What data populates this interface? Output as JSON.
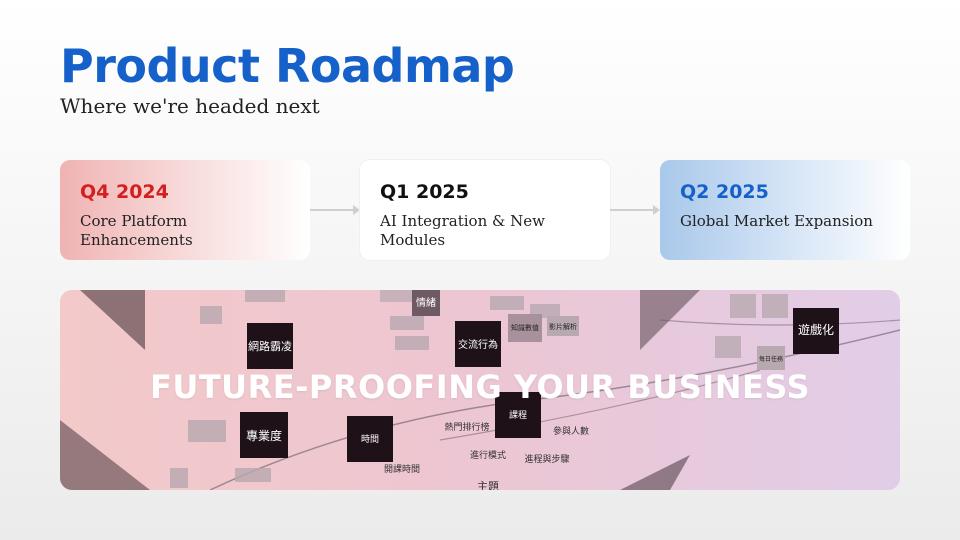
{
  "header": {
    "title": "Product Roadmap",
    "subtitle": "Where we're headed next"
  },
  "milestones": [
    {
      "quarter": "Q4 2024",
      "description": "Core Platform Enhancements",
      "accent": "#d41f1f"
    },
    {
      "quarter": "Q1 2025",
      "description": "AI Integration & New Modules",
      "accent": "#111111"
    },
    {
      "quarter": "Q2 2025",
      "description": "Global Market Expansion",
      "accent": "#1560c9"
    }
  ],
  "banner": {
    "headline": "FUTURE-PROOFING YOUR BUSINESS",
    "notes": [
      {
        "text": "網路霸凌",
        "style": "dark"
      },
      {
        "text": "專業度",
        "style": "dark"
      },
      {
        "text": "情緒",
        "style": "gray"
      },
      {
        "text": "交流行為",
        "style": "dark"
      },
      {
        "text": "時間",
        "style": "dark"
      },
      {
        "text": "課程",
        "style": "dark"
      },
      {
        "text": "遊戲化",
        "style": "dark"
      },
      {
        "text": "熱門排行榜",
        "style": "label"
      },
      {
        "text": "參與人數",
        "style": "label"
      },
      {
        "text": "進行模式",
        "style": "label"
      },
      {
        "text": "進程與步驟",
        "style": "label"
      },
      {
        "text": "開課時間",
        "style": "label"
      },
      {
        "text": "主題",
        "style": "label"
      },
      {
        "text": "知識數值",
        "style": "gray"
      },
      {
        "text": "影片解析",
        "style": "gray"
      },
      {
        "text": "每日任務",
        "style": "gray"
      }
    ]
  },
  "colors": {
    "title": "#1560c9",
    "banner_text": "#ffffff"
  }
}
